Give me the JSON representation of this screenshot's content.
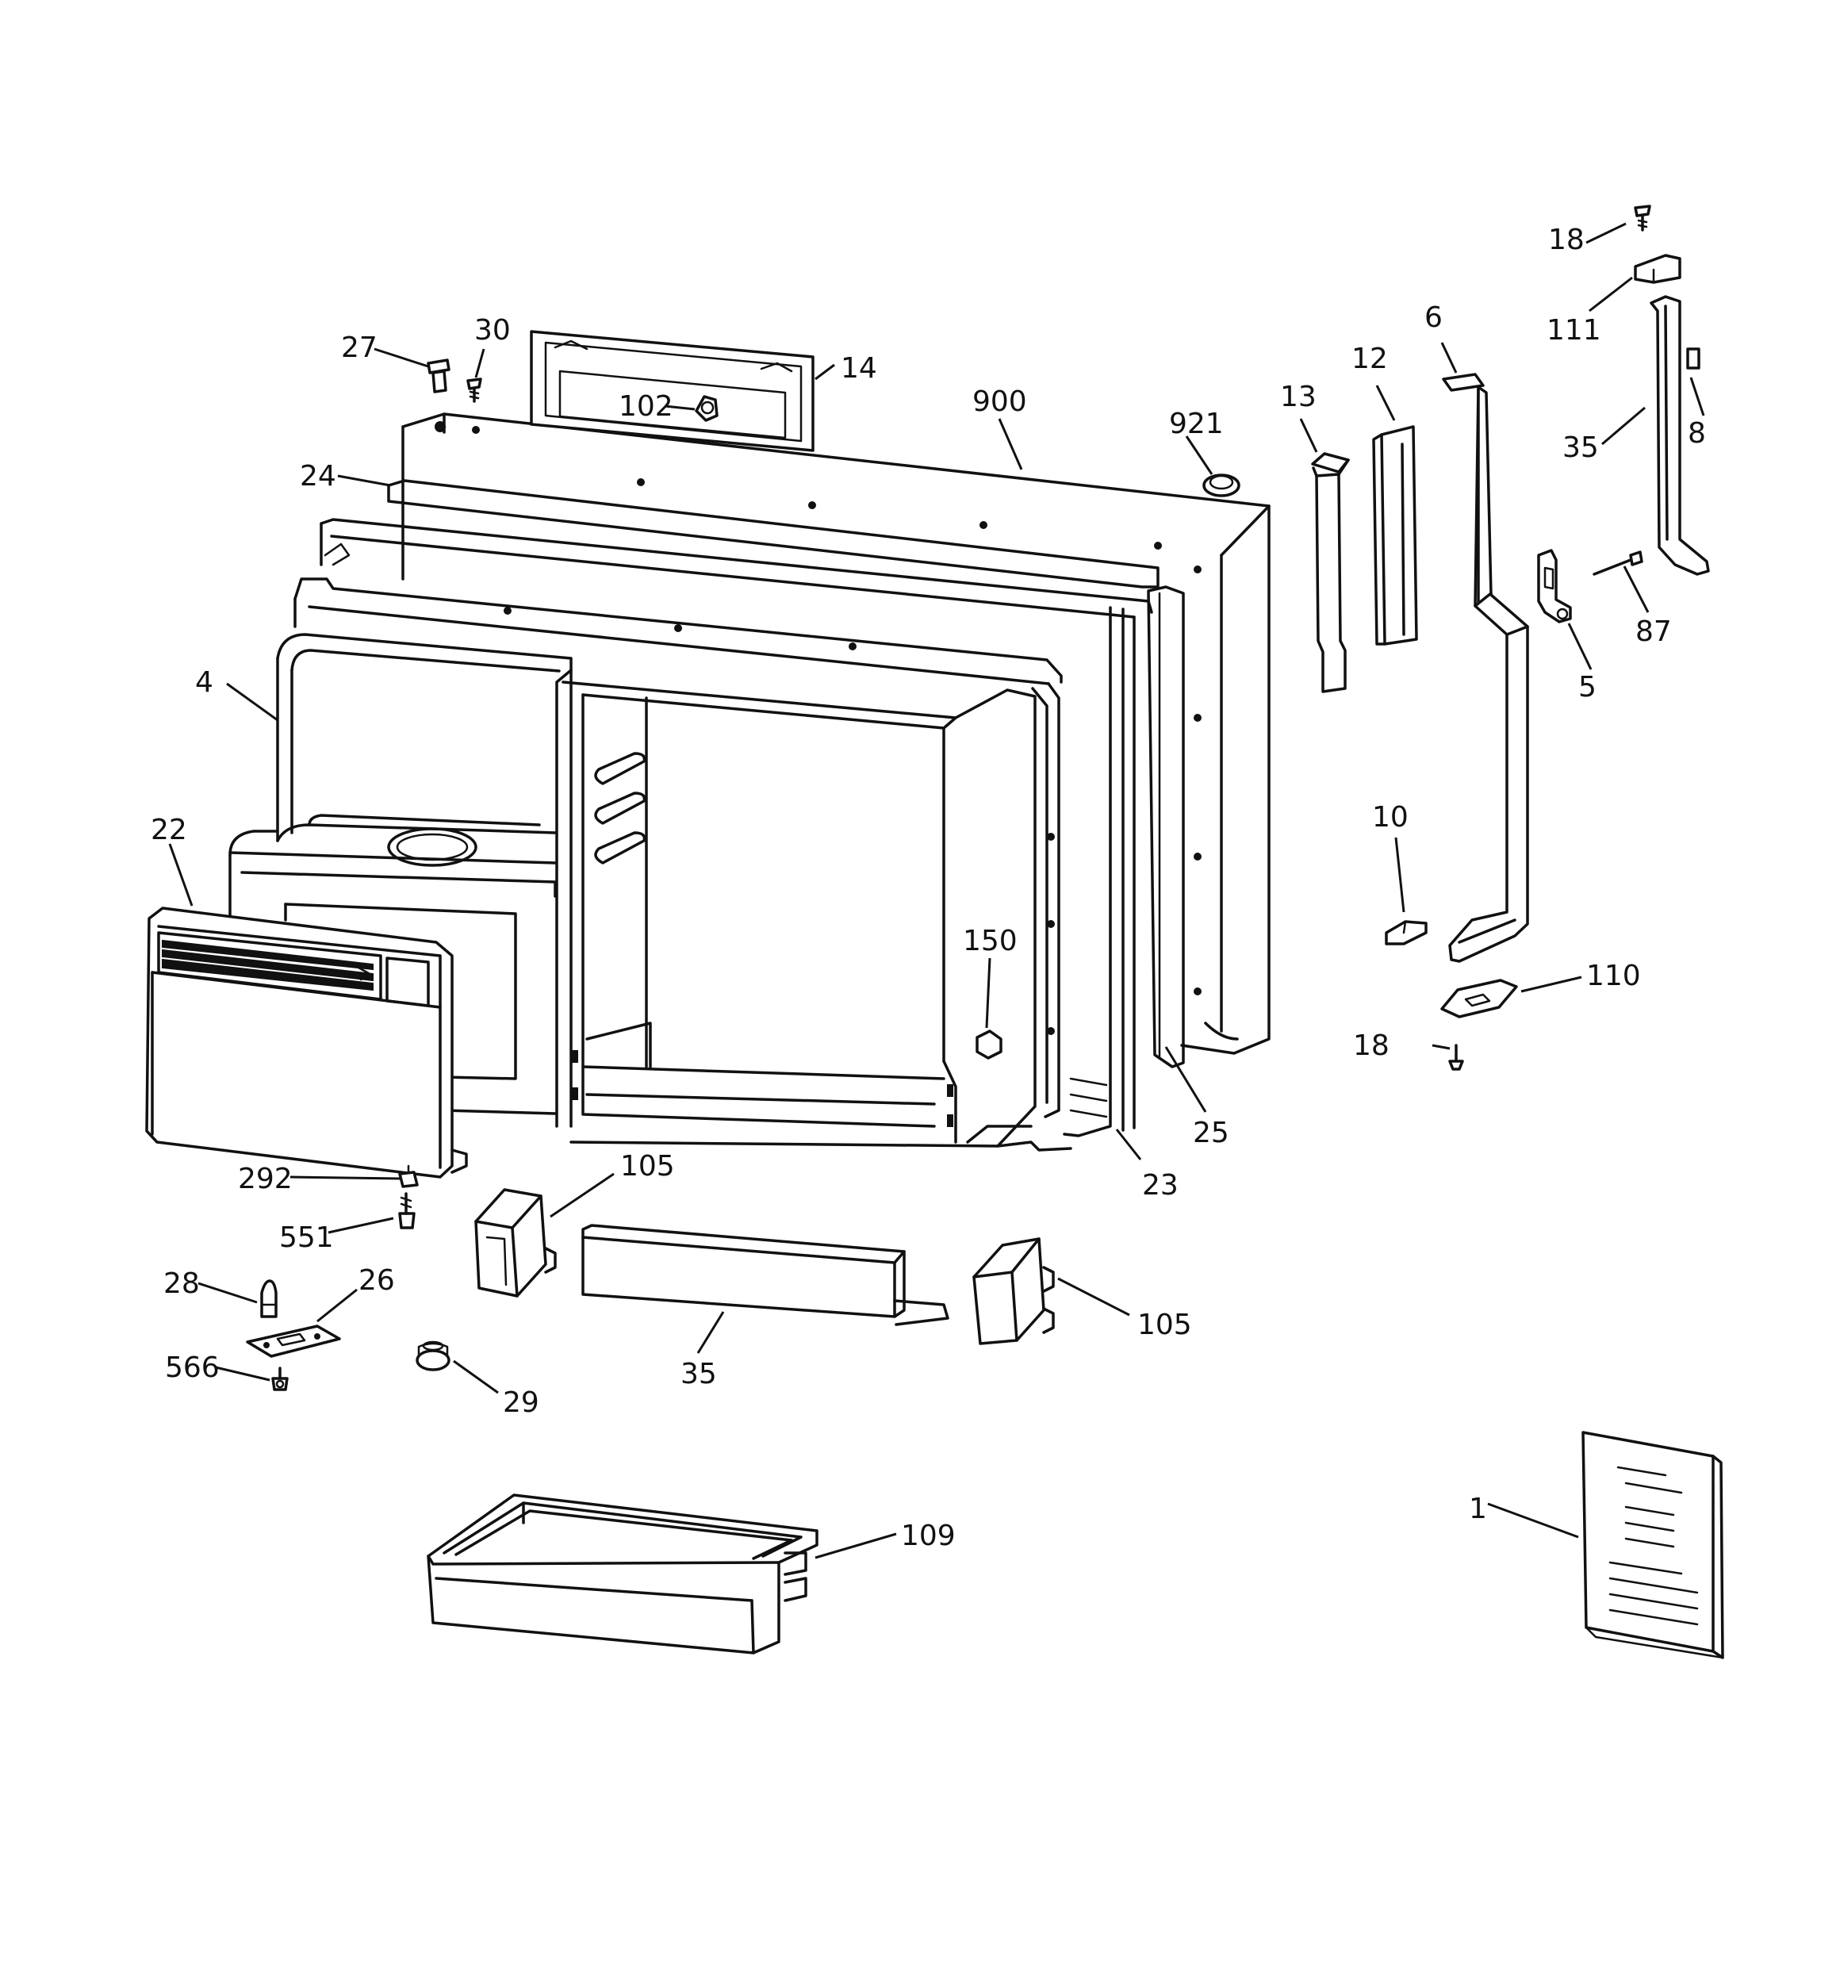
{
  "callouts": [
    {
      "key": "c18a",
      "text": "18"
    },
    {
      "key": "c111",
      "text": "111"
    },
    {
      "key": "c27",
      "text": "27"
    },
    {
      "key": "c30",
      "text": "30"
    },
    {
      "key": "c14",
      "text": "14"
    },
    {
      "key": "c102",
      "text": "102"
    },
    {
      "key": "c900",
      "text": "900"
    },
    {
      "key": "c921",
      "text": "921"
    },
    {
      "key": "c13",
      "text": "13"
    },
    {
      "key": "c12",
      "text": "12"
    },
    {
      "key": "c6",
      "text": "6"
    },
    {
      "key": "c35a",
      "text": "35"
    },
    {
      "key": "c8",
      "text": "8"
    },
    {
      "key": "c24",
      "text": "24"
    },
    {
      "key": "c87",
      "text": "87"
    },
    {
      "key": "c5",
      "text": "5"
    },
    {
      "key": "c4",
      "text": "4"
    },
    {
      "key": "c22",
      "text": "22"
    },
    {
      "key": "c10",
      "text": "10"
    },
    {
      "key": "c150",
      "text": "150"
    },
    {
      "key": "c110",
      "text": "110"
    },
    {
      "key": "c18b",
      "text": "18"
    },
    {
      "key": "c25",
      "text": "25"
    },
    {
      "key": "c23",
      "text": "23"
    },
    {
      "key": "c292",
      "text": "292"
    },
    {
      "key": "c105a",
      "text": "105"
    },
    {
      "key": "c551",
      "text": "551"
    },
    {
      "key": "c28",
      "text": "28"
    },
    {
      "key": "c26",
      "text": "26"
    },
    {
      "key": "c105b",
      "text": "105"
    },
    {
      "key": "c566",
      "text": "566"
    },
    {
      "key": "c35b",
      "text": "35"
    },
    {
      "key": "c29",
      "text": "29"
    },
    {
      "key": "c109",
      "text": "109"
    },
    {
      "key": "c1",
      "text": "1"
    }
  ]
}
